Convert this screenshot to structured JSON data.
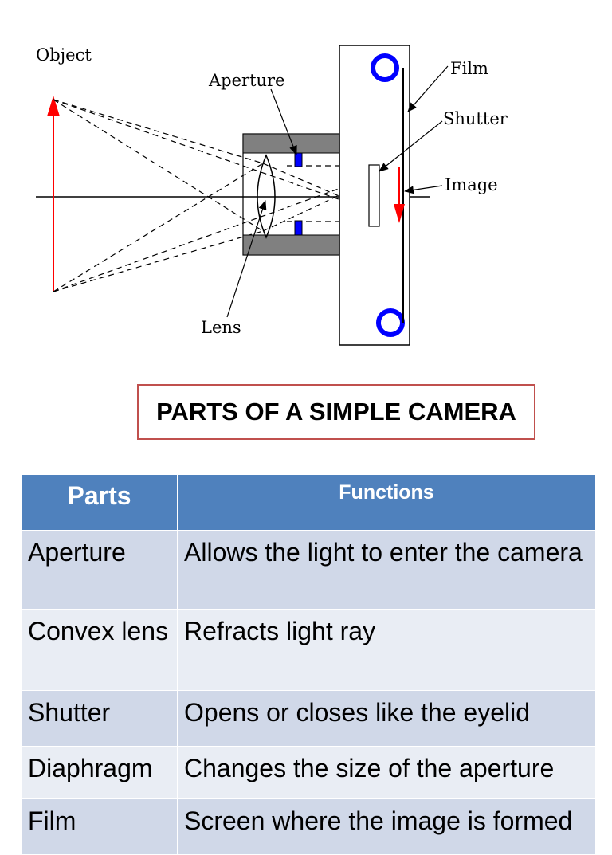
{
  "diagram": {
    "labels": {
      "object": "Object",
      "aperture": "Aperture",
      "film": "Film",
      "shutter": "Shutter",
      "image": "Image",
      "lens": "Lens"
    }
  },
  "title": "PARTS OF A SIMPLE CAMERA",
  "table": {
    "headers": {
      "parts": "Parts",
      "functions": "Functions"
    },
    "rows": [
      {
        "part": "Aperture",
        "function": "Allows the light to enter the camera"
      },
      {
        "part": "Convex lens",
        "function": "Refracts light ray"
      },
      {
        "part": "Shutter",
        "function": "Opens or closes like the eyelid"
      },
      {
        "part": "Diaphragm",
        "function": "Changes the size of the aperture"
      },
      {
        "part": "Film",
        "function": "Screen where the image is formed"
      }
    ]
  },
  "colors": {
    "header_bg": "#4f81bd",
    "row_dark": "#d0d8e8",
    "row_light": "#e9edf4",
    "title_border": "#c0504d",
    "object_arrow": "#ff0000",
    "aperture_blue": "#0000ff",
    "lens_body": "#808080"
  }
}
